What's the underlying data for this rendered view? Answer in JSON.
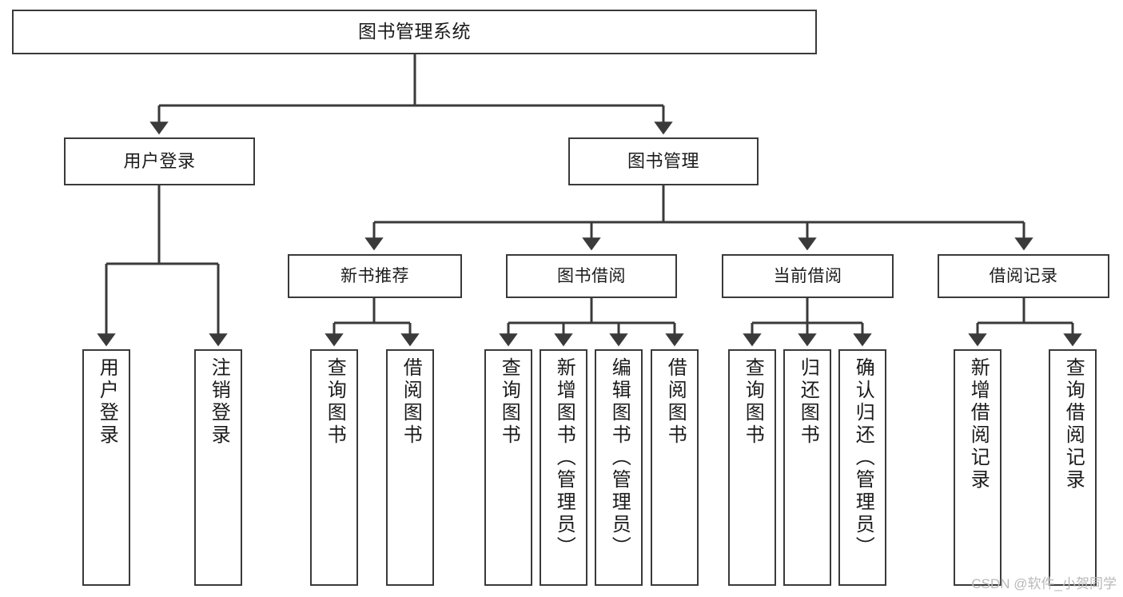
{
  "diagram": {
    "title": "图书管理系统",
    "watermark": "CSDN @软件_小贺同学",
    "colors": {
      "box_border": "#3a3a3a",
      "box_fill": "#ffffff",
      "connector": "#3a3a3a",
      "text": "#1b1b1b",
      "watermark": "#b9b9b9"
    },
    "root": {
      "label": "图书管理系统"
    },
    "level1": [
      {
        "label": "用户登录"
      },
      {
        "label": "图书管理"
      }
    ],
    "level2": [
      {
        "label": "新书推荐"
      },
      {
        "label": "图书借阅"
      },
      {
        "label": "当前借阅"
      },
      {
        "label": "借阅记录"
      }
    ],
    "leaves": [
      {
        "label": "用户登录",
        "parent": "用户登录"
      },
      {
        "label": "注销登录",
        "parent": "用户登录"
      },
      {
        "label": "查询图书",
        "parent": "新书推荐"
      },
      {
        "label": "借阅图书",
        "parent": "新书推荐"
      },
      {
        "label": "查询图书",
        "parent": "图书借阅"
      },
      {
        "label": "新增图书（管理员）",
        "parent": "图书借阅"
      },
      {
        "label": "编辑图书（管理员）",
        "parent": "图书借阅"
      },
      {
        "label": "借阅图书",
        "parent": "图书借阅"
      },
      {
        "label": "查询图书",
        "parent": "当前借阅"
      },
      {
        "label": "归还图书",
        "parent": "当前借阅"
      },
      {
        "label": "确认归还（管理员）",
        "parent": "当前借阅"
      },
      {
        "label": "新增借阅记录",
        "parent": "借阅记录"
      },
      {
        "label": "查询借阅记录",
        "parent": "借阅记录"
      }
    ]
  }
}
